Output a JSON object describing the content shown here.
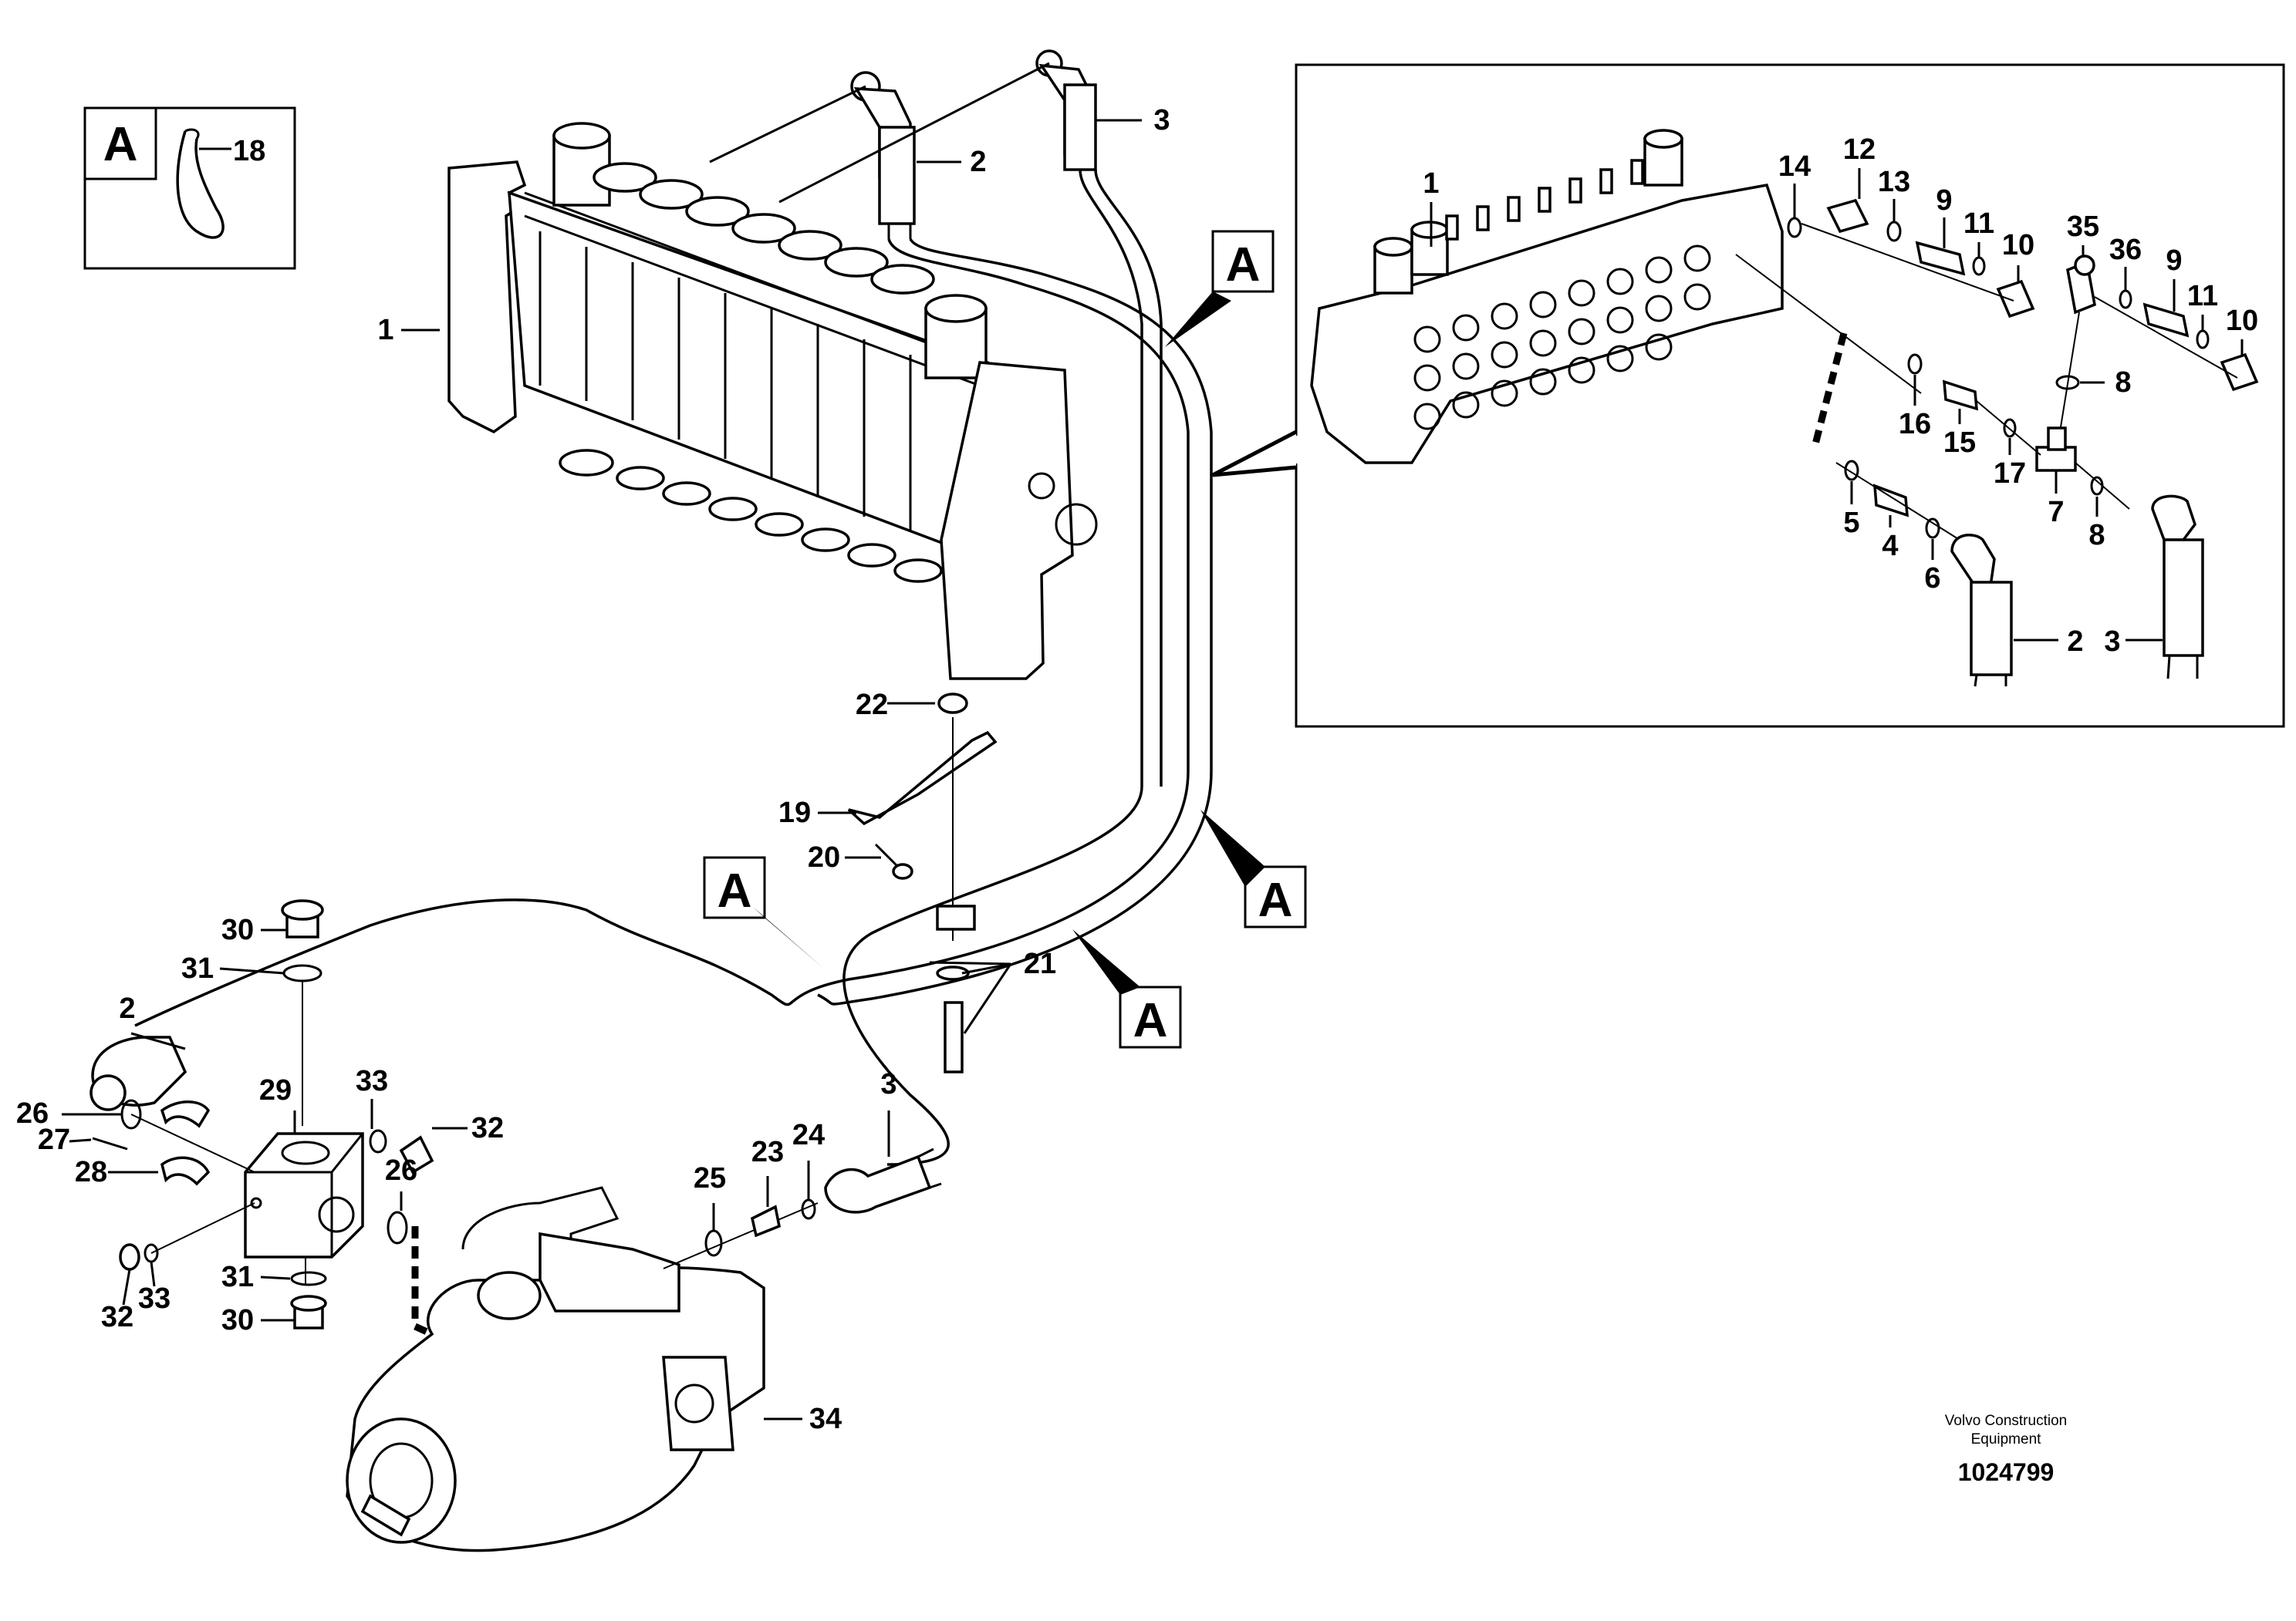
{
  "callouts": {
    "legend_box": "A",
    "legend_item": "18",
    "view_markers": [
      "A",
      "A",
      "A",
      "A"
    ]
  },
  "main_labels": {
    "l1": "1",
    "l2_top": "2",
    "l3_top": "3",
    "l22": "22",
    "l19": "19",
    "l20": "20",
    "l21": "21",
    "l30_top": "30",
    "l31_top": "31",
    "l2_left": "2",
    "l29": "29",
    "l33_top": "33",
    "l32_right": "32",
    "l26_left": "26",
    "l27": "27",
    "l28": "28",
    "l26_right": "26",
    "l31_bot": "31",
    "l30_bot": "30",
    "l32_bot": "32",
    "l33_bot": "33",
    "l25": "25",
    "l23": "23",
    "l24": "24",
    "l3_mid": "3",
    "l34": "34"
  },
  "detail_labels": {
    "d1": "1",
    "d14": "14",
    "d12": "12",
    "d13": "13",
    "d9a": "9",
    "d11a": "11",
    "d10a": "10",
    "d35": "35",
    "d36": "36",
    "d9b": "9",
    "d11b": "11",
    "d10b": "10",
    "d8a": "8",
    "d16": "16",
    "d15": "15",
    "d17": "17",
    "d7": "7",
    "d8b": "8",
    "d5": "5",
    "d4": "4",
    "d6": "6",
    "d2": "2",
    "d3": "3"
  },
  "footer": {
    "company_line1": "Volvo Construction",
    "company_line2": "Equipment",
    "drawing_number": "1024799"
  }
}
